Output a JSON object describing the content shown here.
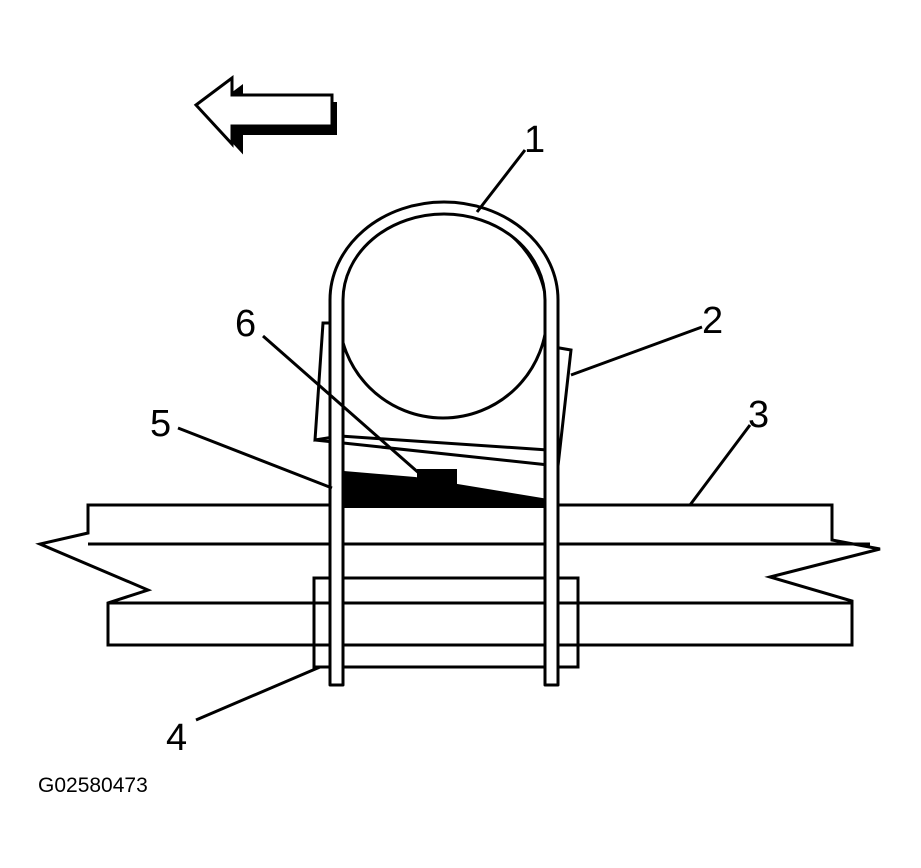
{
  "figure_id": "G02580473",
  "callouts": [
    {
      "id": "1",
      "label": "1"
    },
    {
      "id": "2",
      "label": "2"
    },
    {
      "id": "3",
      "label": "3"
    },
    {
      "id": "4",
      "label": "4"
    },
    {
      "id": "5",
      "label": "5"
    },
    {
      "id": "6",
      "label": "6"
    }
  ],
  "direction_arrow": {
    "points": "left"
  },
  "colors": {
    "line": "#000000",
    "background": "#ffffff"
  }
}
